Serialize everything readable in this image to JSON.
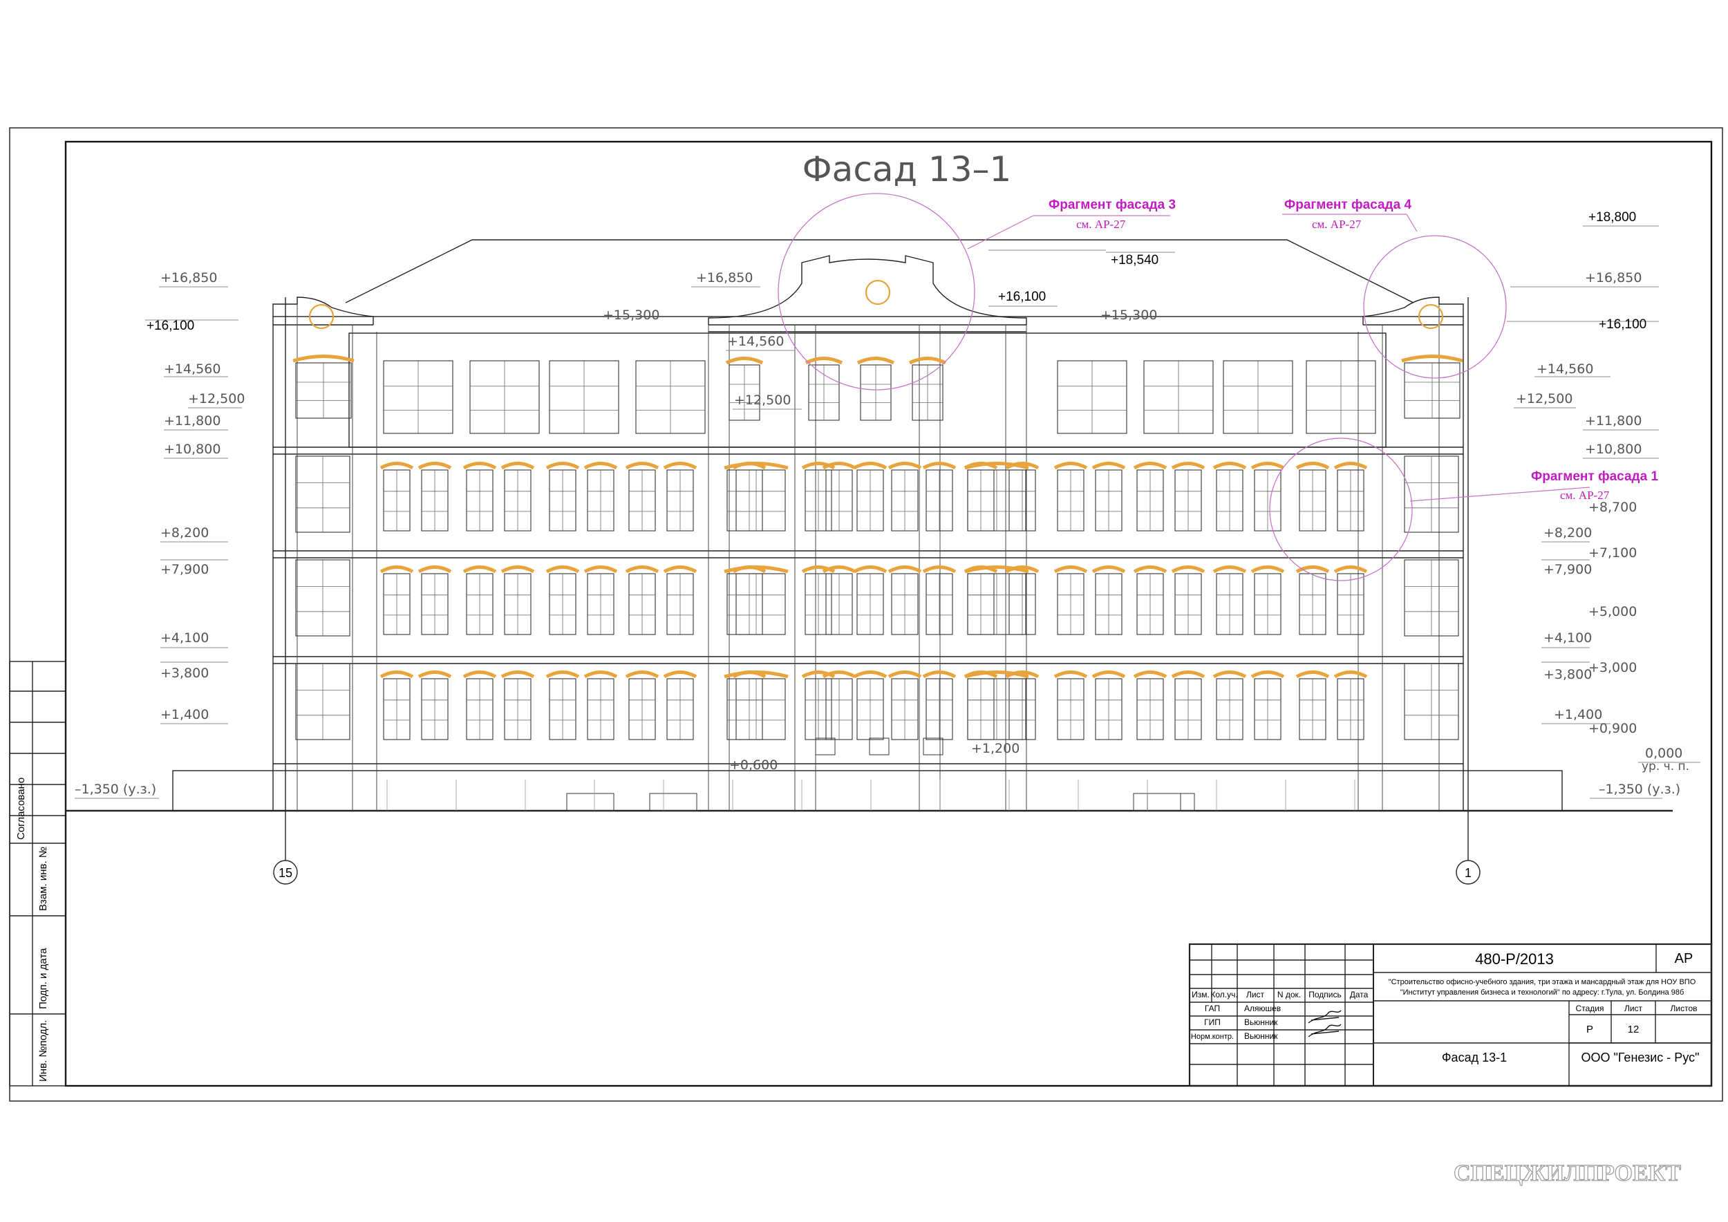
{
  "title": "Фасад 13–1",
  "fragments": [
    {
      "name": "Фрагмент фасада 3",
      "ref": "см. АР-27"
    },
    {
      "name": "Фрагмент фасада 4",
      "ref": "см. АР-27"
    },
    {
      "name": "Фрагмент фасада 1",
      "ref": "см. АР-27"
    }
  ],
  "levels_left": [
    "+16,850",
    "+16,100",
    "+14,560",
    "+12,500",
    "+11,800",
    "+10,800",
    "+8,200",
    "+7,900",
    "+4,100",
    "+3,800",
    "+1,400",
    "–1,350 (у.з.)"
  ],
  "levels_center": [
    "+18,540",
    "+16,850",
    "+16,100",
    "+15,300",
    "+15,300",
    "+14,560",
    "+12,500",
    "+0,600",
    "+1,200"
  ],
  "levels_right": [
    "+18,800",
    "+16,850",
    "+16,100",
    "+14,560",
    "+12,500",
    "+11,800",
    "+10,800",
    "+8,700",
    "+8,200",
    "+7,100",
    "+7,900",
    "+5,000",
    "+4,100",
    "+3,000",
    "+3,800",
    "+1,400",
    "+0,900",
    "0,000",
    "ур. ч. п.",
    "–1,350 (у.з.)"
  ],
  "axes": [
    "15",
    "1"
  ],
  "side_stamp": [
    "Согласовано",
    "Взам. инв. №",
    "Подп. и дата",
    "Инв. №подл."
  ],
  "title_block": {
    "doc_number": "480-Р/2013",
    "section": "АР",
    "project_line1": "\"Строительство офисно-учебного здания, три этажа и мансардный этаж для НОУ ВПО",
    "project_line2": "\"Институт управления бизнеса и технологий\" по адресу: г.Тула, ул. Болдина 98б",
    "headers": [
      "Изм.",
      "Кол.уч.",
      "Лист",
      "N док.",
      "Подпись",
      "Дата"
    ],
    "stage_headers": [
      "Стадия",
      "Лист",
      "Листов"
    ],
    "stage": "Р",
    "sheet": "12",
    "sheets_total": "",
    "roles": [
      {
        "role": "ГАП",
        "name": "Аляюшев"
      },
      {
        "role": "ГИП",
        "name": "Вьюнник"
      },
      {
        "role": "Норм.контр.",
        "name": "Вьюнник"
      }
    ],
    "sheet_title": "Фасад 13-1",
    "company": "ООО \"Генезис - Рус\""
  },
  "watermark": "СПЕЦЖИЛПРОЕКТ",
  "colors": {
    "line": "#222222",
    "accent_orange": "#e8a33a",
    "callout_magenta": "#c21ac2",
    "paper": "#ffffff"
  }
}
